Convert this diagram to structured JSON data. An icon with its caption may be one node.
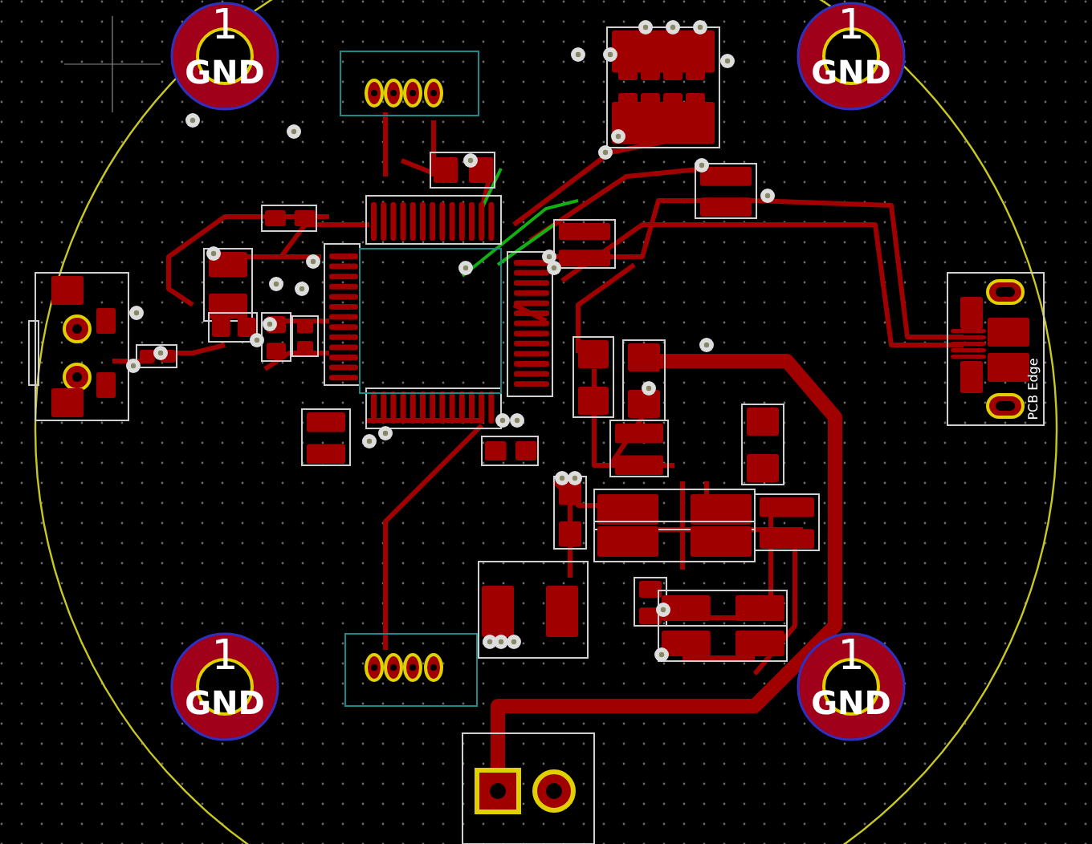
{
  "diagram": {
    "nodes": [
      {
        "text": [
          "1",
          "GND"
        ]
      },
      {
        "text": [
          "1",
          "GND"
        ]
      },
      {
        "text": [
          "1",
          "GND"
        ]
      },
      {
        "text": [
          "1",
          "GND"
        ]
      }
    ],
    "labels": [
      "PCB Edge"
    ]
  }
}
